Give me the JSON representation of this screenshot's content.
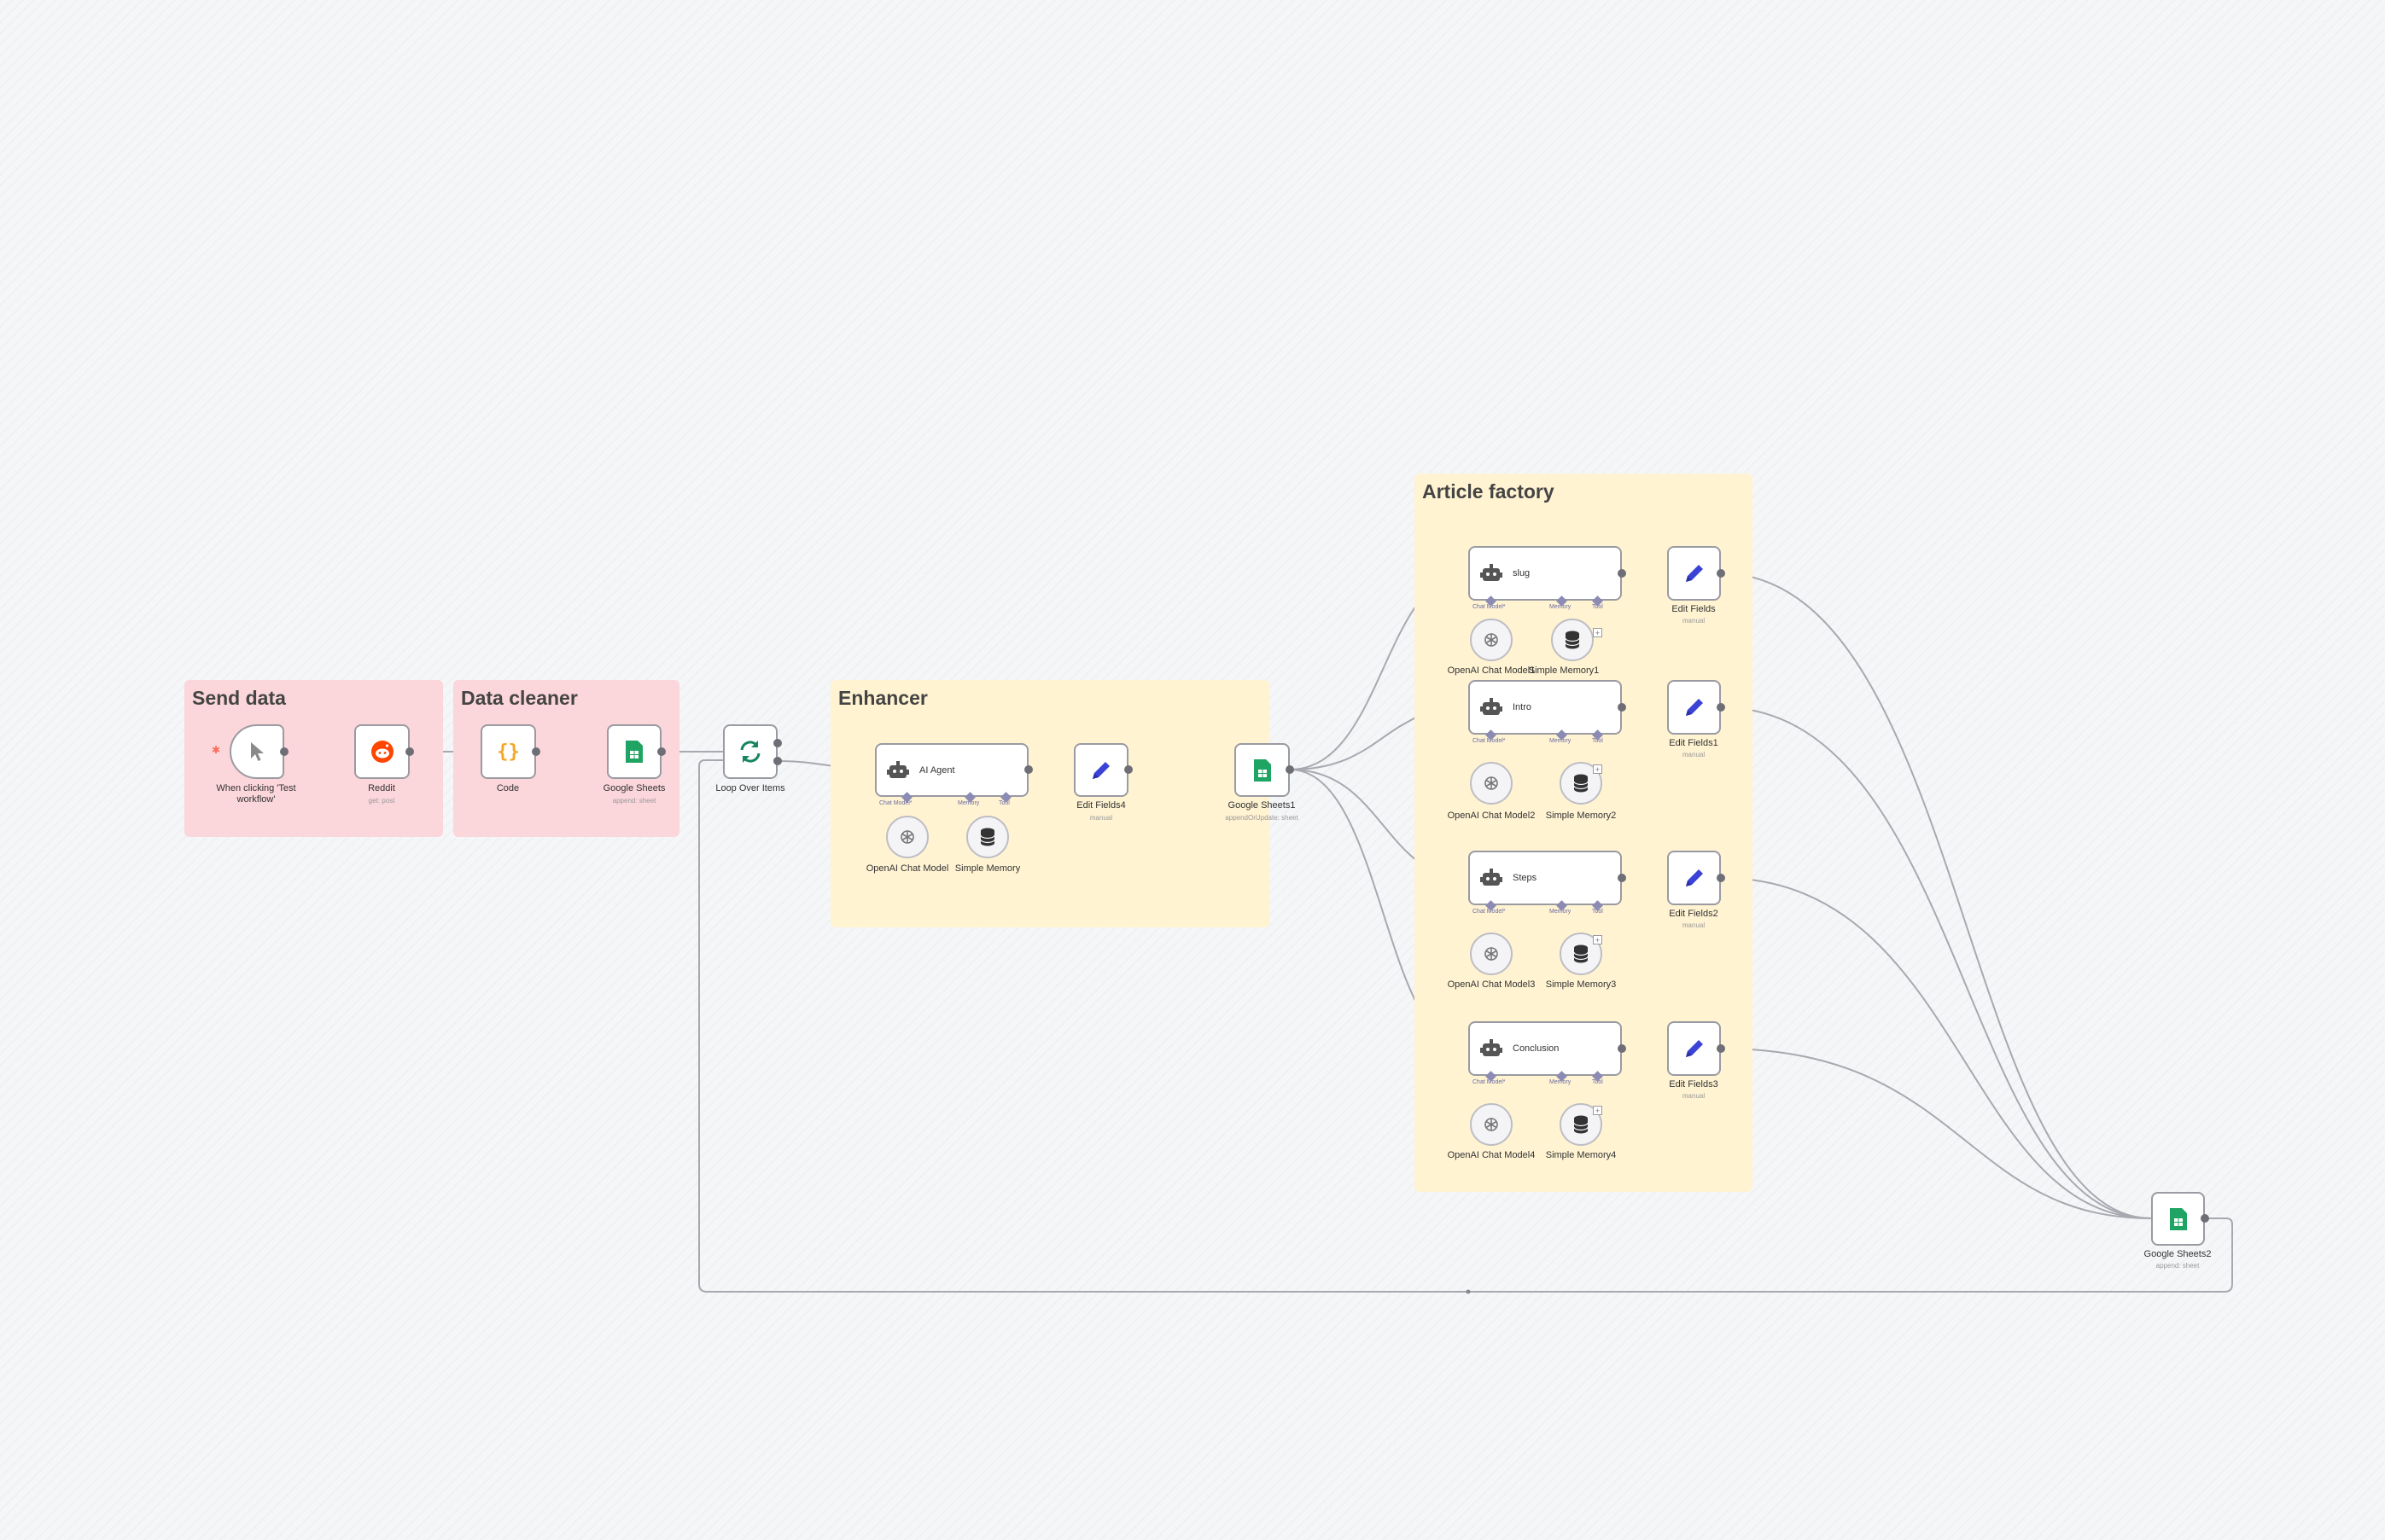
{
  "groups": {
    "send_data": "Send data",
    "data_cleaner": "Data cleaner",
    "enhancer": "Enhancer",
    "article_factory": "Article factory"
  },
  "nodes": {
    "trigger": {
      "label": "When clicking 'Test workflow'"
    },
    "reddit": {
      "label": "Reddit",
      "sub": "get: post"
    },
    "code": {
      "label": "Code"
    },
    "google_sheets": {
      "label": "Google Sheets",
      "sub": "append: sheet"
    },
    "loop": {
      "label": "Loop Over Items"
    },
    "ai_agent": {
      "label": "AI Agent"
    },
    "openai_chat_model": {
      "label": "OpenAI Chat Model"
    },
    "simple_memory": {
      "label": "Simple Memory"
    },
    "edit_fields4": {
      "label": "Edit Fields4",
      "sub": "manual"
    },
    "google_sheets1": {
      "label": "Google Sheets1",
      "sub": "appendOrUpdate: sheet"
    },
    "slug": {
      "label": "slug"
    },
    "openai_chat_model1": {
      "label": "OpenAI Chat Model1"
    },
    "simple_memory1": {
      "label": "Simple Memory1"
    },
    "edit_fields": {
      "label": "Edit Fields",
      "sub": "manual"
    },
    "intro": {
      "label": "Intro"
    },
    "openai_chat_model2": {
      "label": "OpenAI Chat Model2"
    },
    "simple_memory2": {
      "label": "Simple Memory2"
    },
    "edit_fields1": {
      "label": "Edit Fields1",
      "sub": "manual"
    },
    "steps": {
      "label": "Steps"
    },
    "openai_chat_model3": {
      "label": "OpenAI Chat Model3"
    },
    "simple_memory3": {
      "label": "Simple Memory3"
    },
    "edit_fields2": {
      "label": "Edit Fields2",
      "sub": "manual"
    },
    "conclusion": {
      "label": "Conclusion"
    },
    "openai_chat_model4": {
      "label": "OpenAI Chat Model4"
    },
    "simple_memory4": {
      "label": "Simple Memory4"
    },
    "edit_fields3": {
      "label": "Edit Fields3",
      "sub": "manual"
    },
    "google_sheets2": {
      "label": "Google Sheets2",
      "sub": "append: sheet"
    }
  },
  "ports": {
    "chat_model": "Chat Model*",
    "memory": "Memory",
    "tool": "Tool"
  },
  "colors": {
    "red_sticky": "#fbd6da",
    "yellow_sticky": "#fff3d2",
    "connection": "#a8a8b0",
    "reddit": "#ff4500",
    "sheets": "#1fa463",
    "code": "#f5a623",
    "edit": "#3b43d6",
    "loop": "#17855d"
  }
}
